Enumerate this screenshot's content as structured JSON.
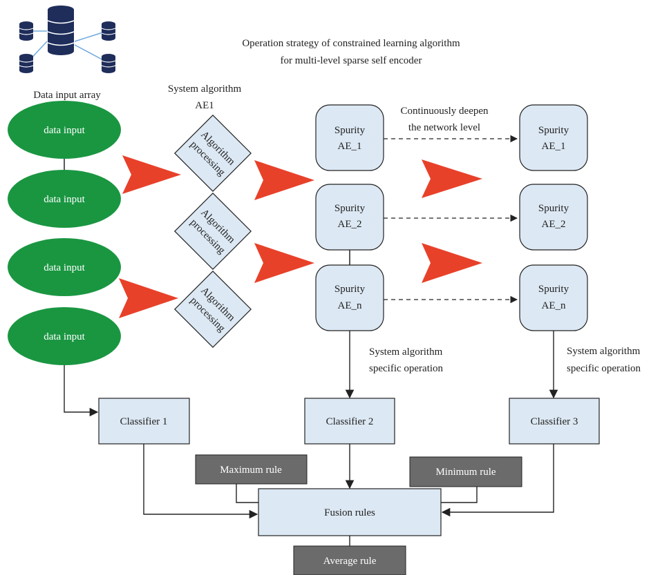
{
  "title": {
    "line1": "Operation strategy of constrained learning algorithm",
    "line2": "for multi-level sparse self encoder"
  },
  "database_icon": "database-array-icon",
  "data_input_array_label": "Data input array",
  "data_inputs": [
    "data input",
    "data input",
    "data input",
    "data input"
  ],
  "system_algorithm_label": {
    "line1": "System algorithm",
    "line2": "AE1"
  },
  "algorithm_processing": [
    {
      "line1": "Algorithm",
      "line2": "processing"
    },
    {
      "line1": "Algorithm",
      "line2": "processing"
    },
    {
      "line1": "Algorithm",
      "line2": "processing"
    }
  ],
  "spurity_left": [
    {
      "line1": "Spurity",
      "line2": "AE_1"
    },
    {
      "line1": "Spurity",
      "line2": "AE_2"
    },
    {
      "line1": "Spurity",
      "line2": "AE_n"
    }
  ],
  "spurity_right": [
    {
      "line1": "Spurity",
      "line2": "AE_1"
    },
    {
      "line1": "Spurity",
      "line2": "AE_2"
    },
    {
      "line1": "Spurity",
      "line2": "AE_n"
    }
  ],
  "deepen_label": {
    "line1": "Continuously deepen",
    "line2": "the network level"
  },
  "specific_op_left": {
    "line1": "System algorithm",
    "line2": "specific operation"
  },
  "specific_op_right": {
    "line1": "System algorithm",
    "line2": "specific operation"
  },
  "classifiers": [
    "Classifier 1",
    "Classifier 2",
    "Classifier 3"
  ],
  "rules": {
    "maximum": "Maximum rule",
    "minimum": "Minimum rule",
    "average": "Average rule",
    "fusion": "Fusion rules"
  },
  "colors": {
    "ellipse_fill": "#1a9641",
    "box_fill": "#dce8f3",
    "rule_fill": "#6b6b6b",
    "arrow_fill": "#e8412a",
    "db_fill": "#1e2d5a",
    "line": "#222222"
  }
}
